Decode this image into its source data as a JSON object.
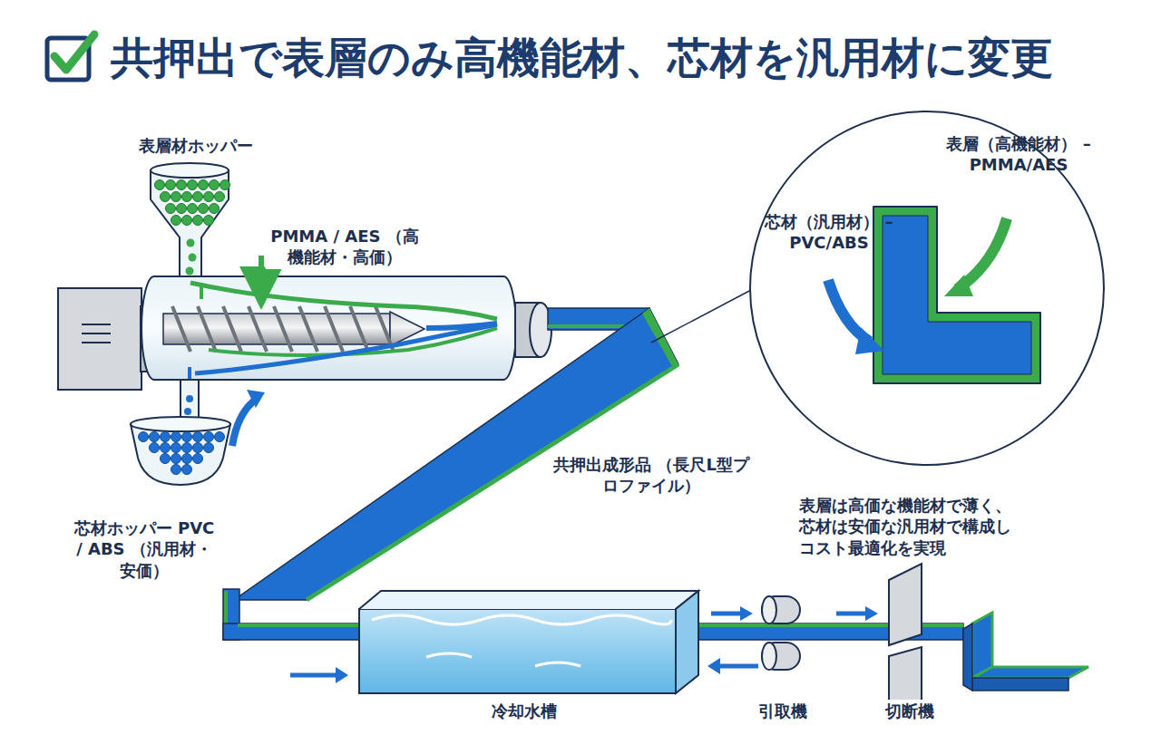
{
  "diagram": {
    "title": "共押出で表層のみ高機能材、芯材を汎用材に変更",
    "nodes": [
      {
        "text": [
          "表層（高機能材） – PMMA/AES",
          "芯材（汎用材） – PVC/ABS"
        ]
      }
    ],
    "labels": [
      "表層材ホッパー",
      "PMMA / AES （高機能材・高価）",
      "芯材ホッパー PVC / ABS （汎用材・安価）",
      "共押出成形品 （長尺L型プロファイル）",
      "表層は高価な機能材で薄く、 芯材は安価な汎用材で構成し コスト最適化を実現",
      "冷却水槽",
      "引取機",
      "切断機"
    ]
  }
}
